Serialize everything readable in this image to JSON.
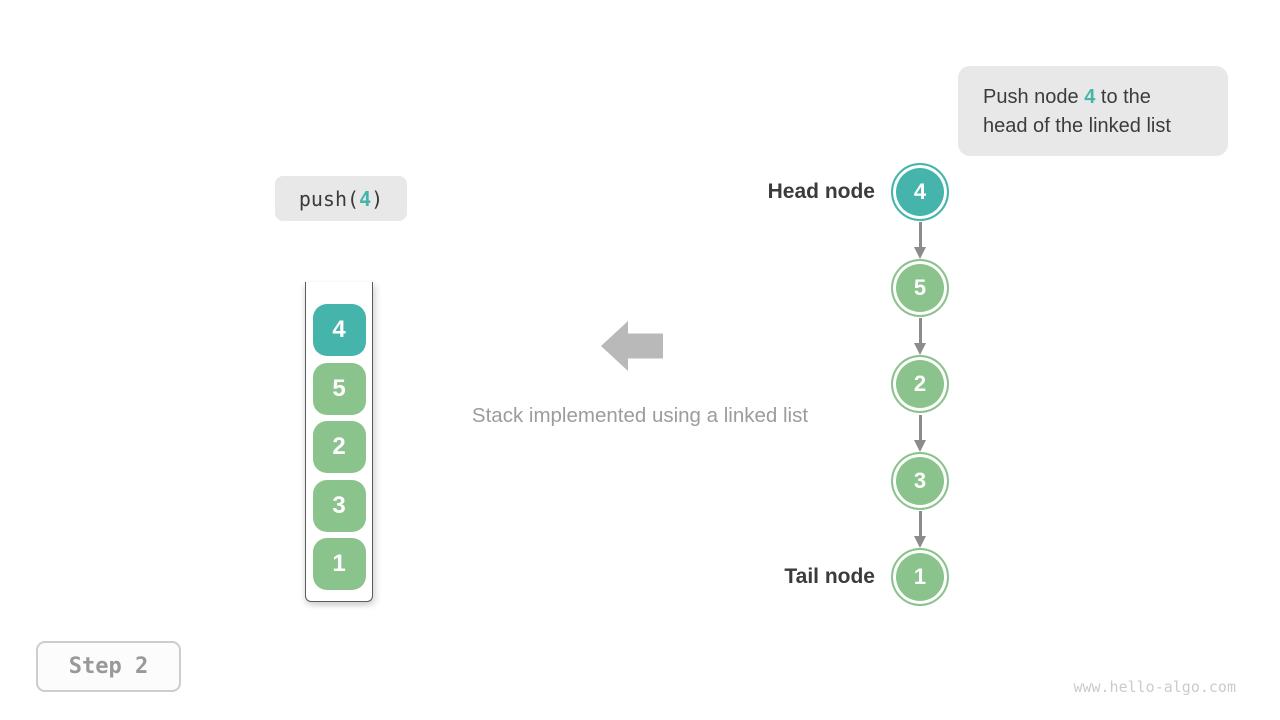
{
  "colors": {
    "teal": "#45b5ac",
    "green": "#8ac38c",
    "callout_bg": "#e8e8e8",
    "dark_text": "#3c3c3c",
    "caption_gray": "#9c9c9c",
    "block_arrow_gray": "#b9b9b9",
    "link_arrow_gray": "#8c8c8c",
    "container_line": "#5c5c5c",
    "step_border": "#cdcdcd",
    "step_text": "#999999",
    "watermark_gray": "#cbcbcb"
  },
  "callout": {
    "prefix": "Push node ",
    "value": "4",
    "suffix": " to the",
    "line2": "head of the linked list"
  },
  "operation": {
    "prefix": "push(",
    "value": "4",
    "suffix": ")"
  },
  "stack": {
    "items": [
      "4",
      "5",
      "2",
      "3",
      "1"
    ]
  },
  "caption": "Stack implemented using a linked list",
  "linked_list": {
    "head_label": "Head node",
    "tail_label": "Tail node",
    "nodes": [
      "4",
      "5",
      "2",
      "3",
      "1"
    ]
  },
  "step_label": "Step 2",
  "watermark": "www.hello-algo.com"
}
